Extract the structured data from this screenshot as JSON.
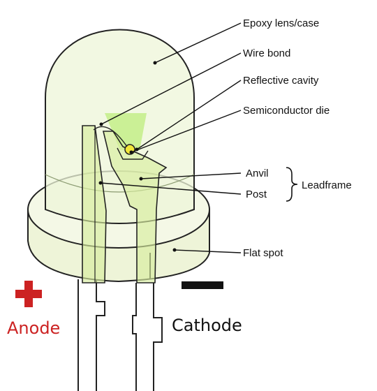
{
  "labels": {
    "epoxy": "Epoxy lens/case",
    "wire_bond": "Wire bond",
    "reflective_cavity": "Reflective cavity",
    "semiconductor_die": "Semiconductor die",
    "anvil": "Anvil",
    "post": "Post",
    "leadframe": "Leadframe",
    "flat_spot": "Flat spot"
  },
  "polarity": {
    "anode": "Anode",
    "cathode": "Cathode"
  },
  "colors": {
    "anode": "#cc2222",
    "cathode": "#111111",
    "lens_tint": "#eef5d8",
    "glow": "#c6ee8e",
    "die": "#f1e63a"
  }
}
